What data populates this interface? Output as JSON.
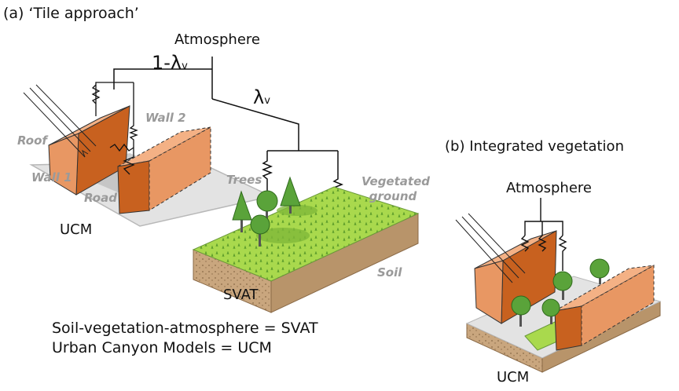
{
  "panel_a": {
    "title": "(a) ‘Tile approach’",
    "atmosphere": "Atmosphere",
    "left_fraction": "1-λ",
    "right_fraction": "λ",
    "subscript": "v",
    "labels": {
      "roof": "Roof",
      "wall1": "Wall 1",
      "wall2": "Wall 2",
      "road": "Road",
      "trees": "Trees",
      "vegetated_ground": "Vegetated ground",
      "soil": "Soil"
    },
    "ucm": "UCM",
    "svat": "SVAT"
  },
  "legend": {
    "line1": "Soil-vegetation-atmosphere = SVAT",
    "line2": "Urban Canyon Models = UCM"
  },
  "panel_b": {
    "title": "(b) Integrated vegetation",
    "atmosphere": "Atmosphere",
    "ucm": "UCM"
  },
  "colors": {
    "wall_dark": "#c8611f",
    "wall_light": "#f4b185",
    "ground_grey": "#e2e2e2",
    "grass": "#a8d94c",
    "soil": "#c7a47c",
    "tree": "#5aa33a"
  }
}
